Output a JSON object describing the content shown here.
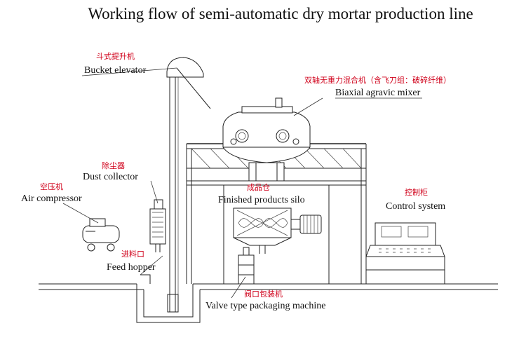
{
  "title": "Working flow of semi-automatic dry mortar production line",
  "labels": {
    "bucket_elevator": {
      "cn": "斗式提升机",
      "en": "Bucket elevator"
    },
    "mixer": {
      "cn": "双轴无重力混合机（含飞刀组：破碎纤维）",
      "en": "Biaxial agravic mixer"
    },
    "dust_collector": {
      "cn": "除尘器",
      "en": "Dust collector"
    },
    "air_compressor": {
      "cn": "空压机",
      "en": "Air compressor"
    },
    "silo": {
      "cn": "成品仓",
      "en": "Finished products silo"
    },
    "control": {
      "cn": "控制柜",
      "en": "Control system"
    },
    "feed_hopper": {
      "cn": "进料口",
      "en": "Feed hopper"
    },
    "packaging": {
      "cn": "阀口包装机",
      "en": "Valve type packaging machine"
    }
  },
  "colors": {
    "chinese_label": "#d0021b",
    "line": "#222222"
  }
}
